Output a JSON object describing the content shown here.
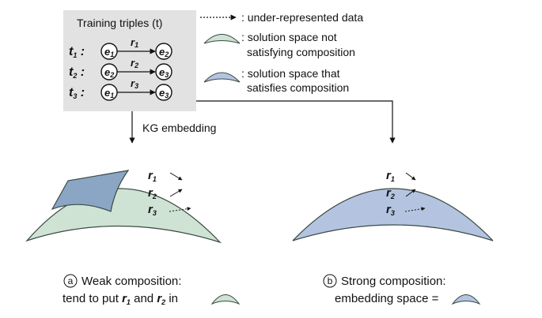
{
  "triples_box": {
    "title": "Training triples (t)",
    "rows": [
      {
        "label": "t",
        "label_sub": "1",
        "head": "e",
        "head_sub": "1",
        "relation": "r",
        "relation_sub": "1",
        "tail": "e",
        "tail_sub": "2"
      },
      {
        "label": "t",
        "label_sub": "2",
        "head": "e",
        "head_sub": "2",
        "relation": "r",
        "relation_sub": "2",
        "tail": "e",
        "tail_sub": "3"
      },
      {
        "label": "t",
        "label_sub": "3",
        "head": "e",
        "head_sub": "1",
        "relation": "r",
        "relation_sub": "3",
        "tail": "e",
        "tail_sub": "3"
      }
    ]
  },
  "legend": {
    "dashed": ": under-represented data",
    "green_line1": ": solution space not",
    "green_line2": "satisfying composition",
    "blue_line1": ": solution space that",
    "blue_line2": "satisfies composition"
  },
  "arrow_label": "KG embedding",
  "panel_a": {
    "relations": [
      {
        "label": "r",
        "sub": "1"
      },
      {
        "label": "r",
        "sub": "2"
      },
      {
        "label": "r",
        "sub": "3"
      }
    ],
    "marker": "a",
    "caption_line1": "Weak composition:",
    "caption_line2_pre": "tend to put",
    "r1": "r",
    "r1_sub": "1",
    "and": "and",
    "r2": "r",
    "r2_sub": "2",
    "caption_line2_post": "in"
  },
  "panel_b": {
    "relations": [
      {
        "label": "r",
        "sub": "1"
      },
      {
        "label": "r",
        "sub": "2"
      },
      {
        "label": "r",
        "sub": "3"
      }
    ],
    "marker": "b",
    "caption_line1": "Strong composition:",
    "caption_line2": "embedding space ="
  },
  "colors": {
    "box_fill": "#e2e2e2",
    "green_fill": "#cfe3d5",
    "blue_fill": "#b4c4e0",
    "stroke": "#3a4a44"
  }
}
